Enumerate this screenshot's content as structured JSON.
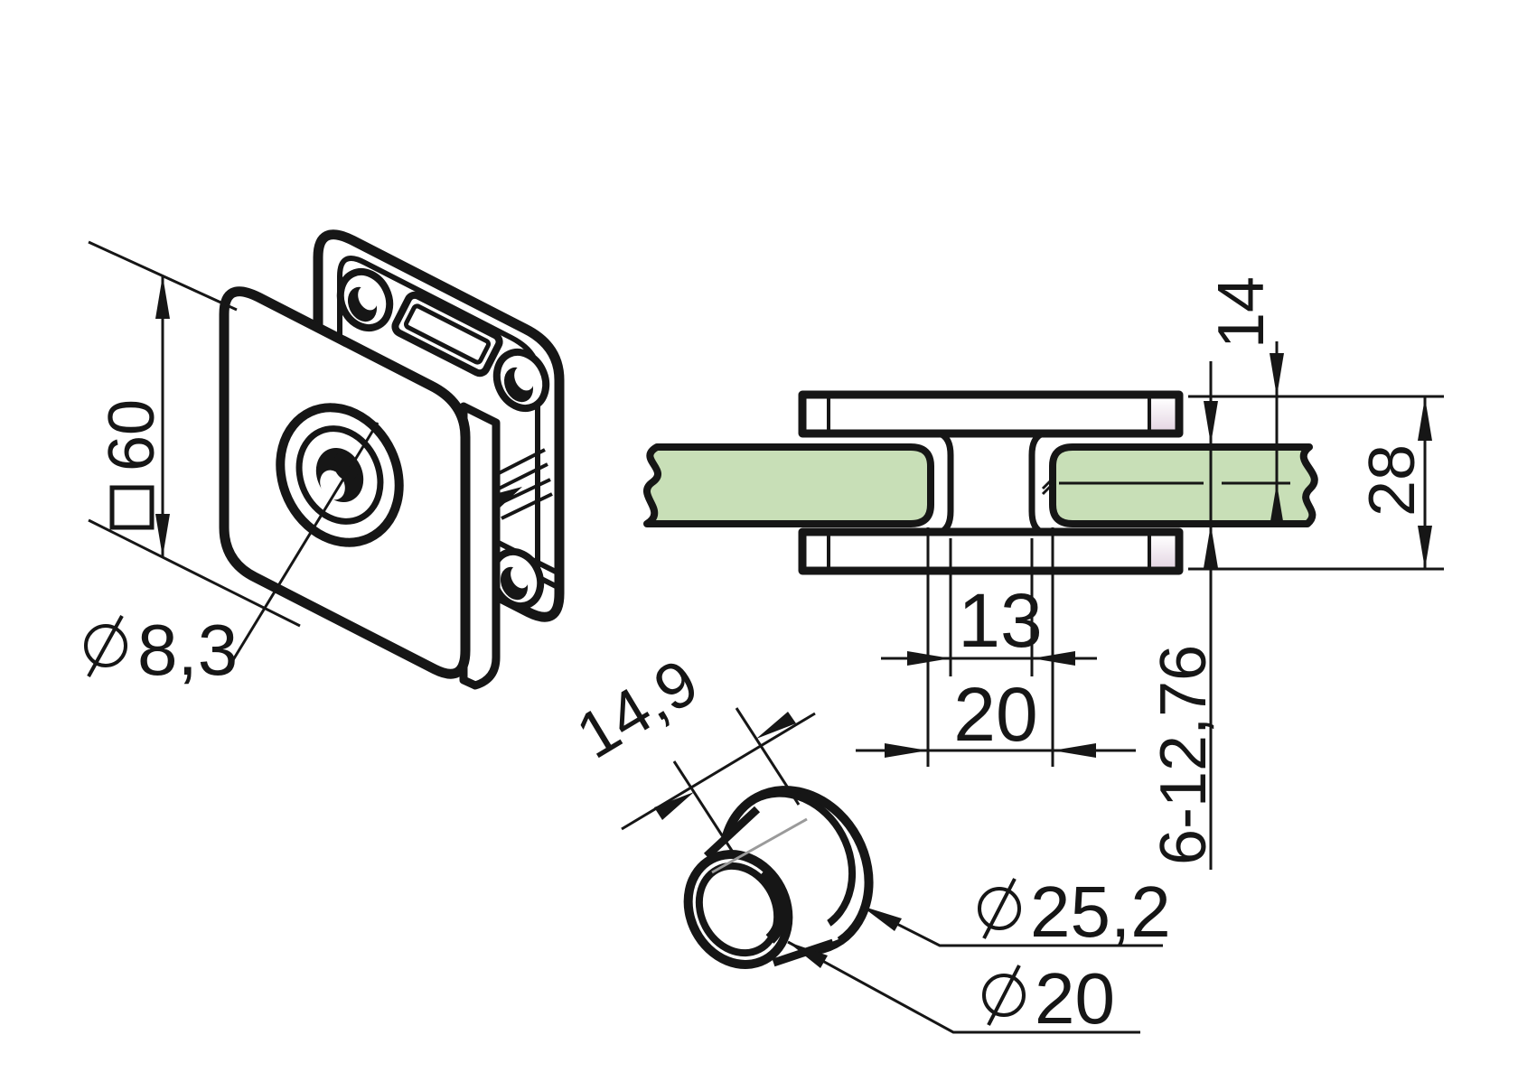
{
  "document": {
    "type": "technical-drawing",
    "subject": "glass clamp fitting with glass panel section and bushing detail"
  },
  "colors": {
    "ink": "#161616",
    "glass_fill": "#c8dfb7",
    "gasket_top": "#ffffff",
    "gasket_bottom": "#e5d7e4",
    "centerline": "#9a9a9a",
    "background": "#ffffff"
  },
  "dimensions": {
    "plate_square": {
      "symbol": "square",
      "value": "60"
    },
    "hole_diameter": {
      "symbol": "diameter",
      "value": "8,3"
    },
    "top_to_center": {
      "value": "14"
    },
    "overall_height": {
      "value": "28"
    },
    "web_width": {
      "value": "13"
    },
    "glass_gap": {
      "value": "20"
    },
    "glass_thickness_range": {
      "value": "6-12,76"
    },
    "bush_bore": {
      "value": "14,9"
    },
    "bush_flange_diameter": {
      "symbol": "diameter",
      "value": "25,2"
    },
    "bush_body_diameter": {
      "symbol": "diameter",
      "value": "20"
    }
  }
}
